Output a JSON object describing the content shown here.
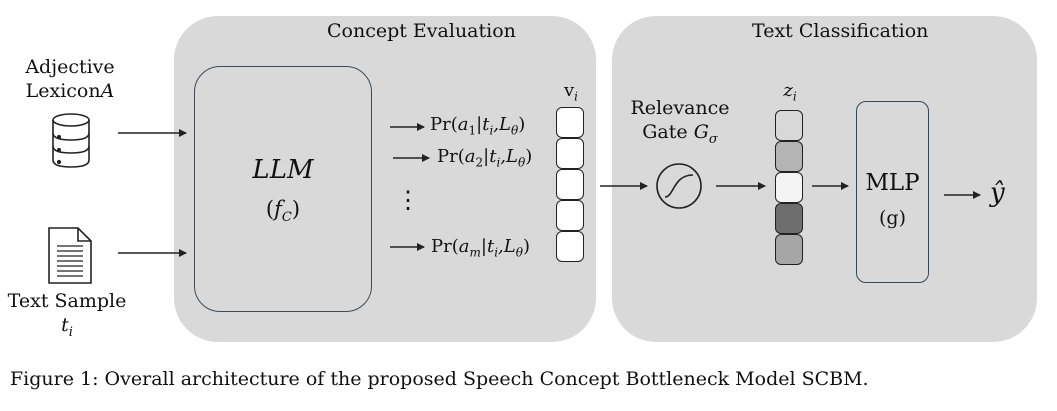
{
  "panels": {
    "concept_evaluation": "Concept Evaluation",
    "text_classification": "Text Classification"
  },
  "inputs": {
    "lexicon_line1": "Adjective",
    "lexicon_line2": "Lexicon",
    "lexicon_symbol": "A",
    "text_line1": "Text Sample",
    "text_symbol": "t",
    "text_symbol_sub": "i"
  },
  "llm": {
    "title": "LLM",
    "sub_open": "(",
    "sub_f": "f",
    "sub_f_sub": "C",
    "sub_close": ")"
  },
  "probabilities": {
    "prefix": "Pr(",
    "rows": [
      {
        "a": "a",
        "sub": "1",
        "rest": "|t",
        "rest_sub": "i",
        "comma": ",L",
        "theta": "θ",
        "close": ")"
      },
      {
        "a": "a",
        "sub": "2",
        "rest": "|t",
        "rest_sub": "i",
        "comma": ",L",
        "theta": "θ",
        "close": ")"
      },
      {
        "a": "a",
        "sub": "m",
        "rest": "|t",
        "rest_sub": "i",
        "comma": ",L",
        "theta": "θ",
        "close": ")"
      }
    ],
    "ellipsis": "⋮"
  },
  "vector_v": {
    "label": "v",
    "label_sub": "i",
    "cells": [
      "#ffffff",
      "#ffffff",
      "#ffffff",
      "#ffffff",
      "#ffffff"
    ]
  },
  "gate": {
    "line1": "Relevance",
    "line2": "Gate",
    "symbol": "G",
    "symbol_sub": "σ",
    "icon": "sigmoid-icon"
  },
  "vector_z": {
    "label": "z",
    "label_sub": "i",
    "cells": [
      "#d8d8d8",
      "#b4b4b4",
      "#f4f4f4",
      "#6e6e6e",
      "#a6a6a6"
    ]
  },
  "mlp": {
    "title": "MLP",
    "sub": "(g)"
  },
  "output": {
    "symbol": "ŷ"
  },
  "icons": {
    "database": "database-icon",
    "document": "document-icon"
  },
  "colors": {
    "panel": "#d9d9d9",
    "box_border": "#3b4b5a",
    "stroke": "#222222"
  },
  "caption": "Figure 1: Overall architecture of the proposed Speech Concept Bottleneck Model SCBM."
}
